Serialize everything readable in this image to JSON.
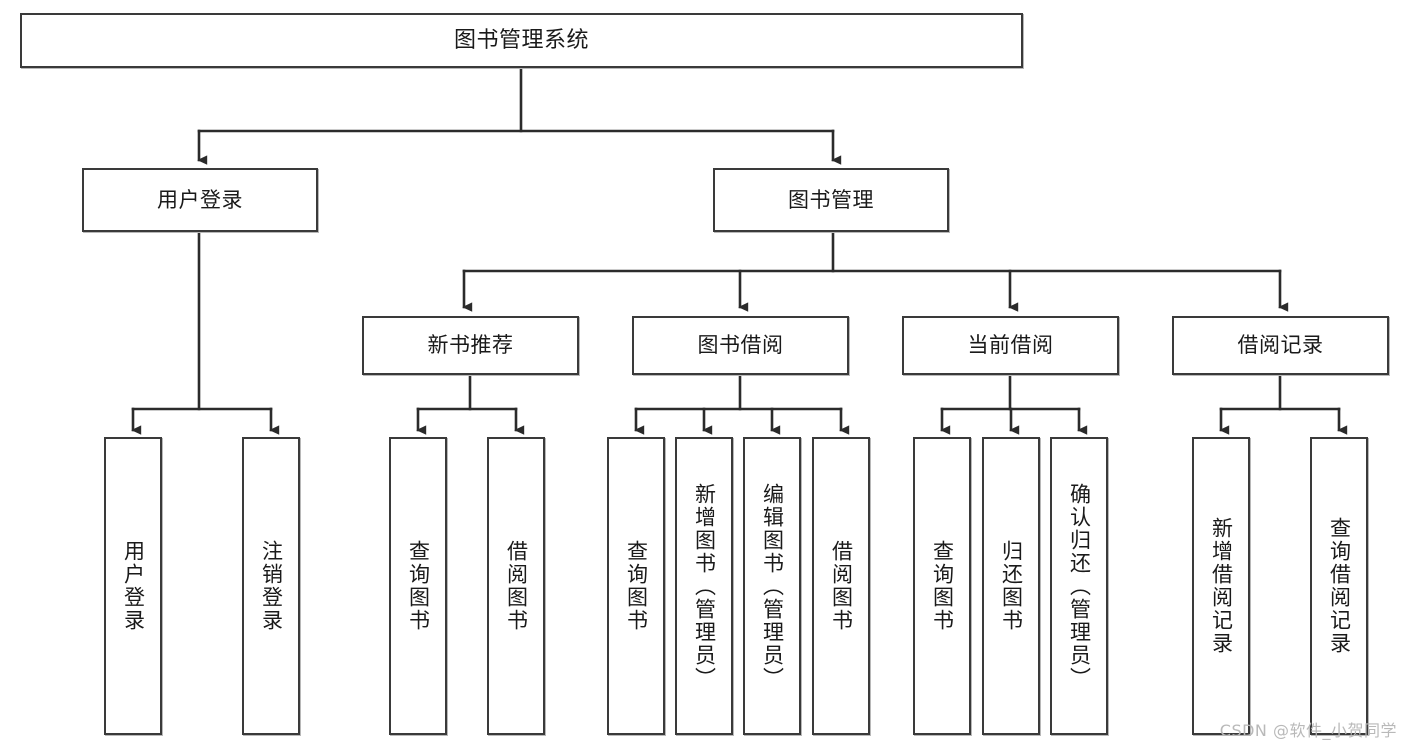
{
  "diagram": {
    "title": "图书管理系统",
    "type": "tree-hierarchy",
    "colors": {
      "box_border": "#3a3a3a",
      "box_fill": "#ffffff",
      "connector": "#2b2b2b",
      "text": "#1a1a1a",
      "watermark": "#b9b9b9"
    },
    "root": {
      "label": "图书管理系统"
    },
    "level2": [
      {
        "label": "用户登录"
      },
      {
        "label": "图书管理"
      }
    ],
    "level3": [
      {
        "label": "新书推荐"
      },
      {
        "label": "图书借阅"
      },
      {
        "label": "当前借阅"
      },
      {
        "label": "借阅记录"
      }
    ],
    "leaves": {
      "user_login": [
        {
          "label": "用户登录"
        },
        {
          "label": "注销登录"
        }
      ],
      "new_book_recommend": [
        {
          "label": "查询图书"
        },
        {
          "label": "借阅图书"
        }
      ],
      "book_borrow": [
        {
          "label": "查询图书"
        },
        {
          "label": "新增图书（管理员）"
        },
        {
          "label": "编辑图书（管理员）"
        },
        {
          "label": "借阅图书"
        }
      ],
      "current_borrow": [
        {
          "label": "查询图书"
        },
        {
          "label": "归还图书"
        },
        {
          "label": "确认归还（管理员）"
        }
      ],
      "borrow_records": [
        {
          "label": "新增借阅记录"
        },
        {
          "label": "查询借阅记录"
        }
      ]
    },
    "watermark": "CSDN @软件_小贺同学"
  }
}
